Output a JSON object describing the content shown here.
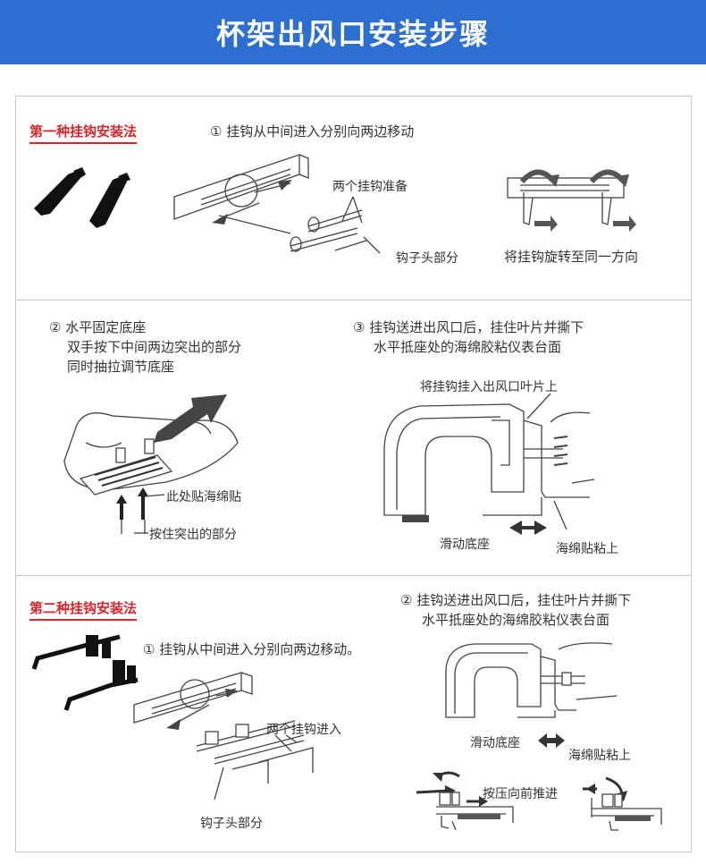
{
  "banner": {
    "title": "杯架出风口安装步骤"
  },
  "section1": {
    "method_tag": "第一种挂钩安装法",
    "step1": "① 挂钩从中间进入分别向两边移动",
    "label_two_hooks_ready": "两个挂钩准备",
    "label_hook_head": "钩子头部分",
    "label_rotate": "将挂钩旋转至同一方向"
  },
  "section2": {
    "step2_line1": "② 水平固定底座",
    "step2_line2": "双手按下中间两边突出的部分",
    "step2_line3": "同时抽拉调节底座",
    "label_sponge_here": "此处贴海绵贴",
    "label_press": "按住突出的部分",
    "step3_line1": "③ 挂钩送进出风口后，挂住叶片并撕下",
    "step3_line2": "水平抵座处的海绵胶粘仪表台面",
    "label_hook_on_vent": "将挂钩挂入出风口叶片上",
    "label_slide_base": "滑动底座",
    "label_sponge_stick": "海绵贴粘上"
  },
  "section3": {
    "method_tag": "第二种挂钩安装法",
    "step1": "① 挂钩从中间进入分别向两边移动。",
    "label_two_hooks_in": "两个挂钩进入",
    "label_hook_head": "钩子头部分",
    "step2_line1": "② 挂钩送进出风口后，挂住叶片并撕下",
    "step2_line2": "水平抵座处的海绵胶粘仪表台面",
    "label_slide_base": "滑动底座",
    "label_sponge_stick": "海绵贴粘上",
    "label_push": "按压向前推进"
  },
  "colors": {
    "banner": "#2c6fd1",
    "accent_red": "#d7262c",
    "border": "#c8c8c8"
  }
}
